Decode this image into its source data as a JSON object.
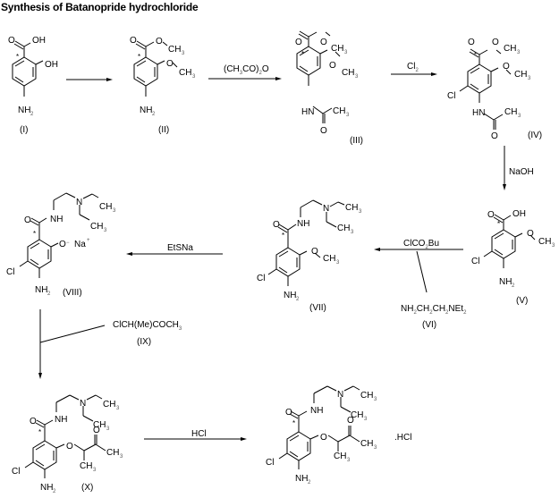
{
  "title": "Synthesis of Batanopride hydrochloride",
  "compounds": {
    "I": {
      "label": "(I)",
      "atoms": {
        "carbonyl_o": "O",
        "acid": "OH",
        "hydroxy": "OH",
        "amine": "NH",
        "amine_sub": "2",
        "star": "*"
      }
    },
    "II": {
      "label": "(II)",
      "atoms": {
        "carbonyl_o": "O",
        "ester_o": "O",
        "ester_ch": "CH",
        "ester_sub": "3",
        "ether_o": "O",
        "ether_ch": "CH",
        "ether_sub": "3",
        "amine": "NH",
        "amine_sub": "2",
        "star": "*"
      }
    },
    "III": {
      "label": "(III)",
      "atoms": {
        "carbonyl_o": "O",
        "ester_o": "O",
        "ester_ch": "CH",
        "ester_sub": "3",
        "ether_o": "O",
        "ether_ch": "CH",
        "ether_sub": "3",
        "hn": "HN",
        "acetyl_ch": "CH",
        "acetyl_sub": "3",
        "acetyl_o": "O",
        "star": "*"
      }
    },
    "IV": {
      "label": "(IV)",
      "atoms": {
        "carbonyl_o": "O",
        "ester_o": "O",
        "ester_ch": "CH",
        "ester_sub": "3",
        "ether_o": "O",
        "ether_ch": "CH",
        "ether_sub": "3",
        "cl": "Cl",
        "hn": "HN",
        "acetyl_ch": "CH",
        "acetyl_sub": "3",
        "acetyl_o": "O",
        "star": "*"
      }
    },
    "V": {
      "label": "(V)",
      "atoms": {
        "carbonyl_o": "O",
        "acid": "OH",
        "ether_o": "O",
        "ether_ch": "CH",
        "ether_sub": "3",
        "cl": "Cl",
        "amine": "NH",
        "amine_sub": "2",
        "star": "*"
      }
    },
    "VI": {
      "label": "(VI)",
      "formula_parts": [
        "NH",
        "2",
        "CH",
        "2",
        "CH",
        "2",
        "NEt",
        "2"
      ]
    },
    "VII": {
      "label": "(VII)",
      "atoms": {
        "carbonyl_o": "O",
        "nh": "NH",
        "n": "N",
        "ch_a": "CH",
        "sub_a": "3",
        "ch_b": "CH",
        "sub_b": "3",
        "ether_o": "O",
        "ether_ch": "CH",
        "ether_sub": "3",
        "cl": "Cl",
        "amine": "NH",
        "amine_sub": "2",
        "star": "*"
      }
    },
    "VIII": {
      "label": "(VIII)",
      "atoms": {
        "carbonyl_o": "O",
        "nh": "NH",
        "n": "N",
        "ch_a": "CH",
        "sub_a": "3",
        "ch_b": "CH",
        "sub_b": "3",
        "phenoxide": "O",
        "charge_neg": "−",
        "na": "Na",
        "charge_pos": "+",
        "cl": "Cl",
        "amine": "NH",
        "amine_sub": "2",
        "star": "*"
      }
    },
    "IX": {
      "label": "(IX)",
      "formula": "ClCH(Me)COCH",
      "formula_sub": "3"
    },
    "X": {
      "label": "(X)",
      "atoms": {
        "carbonyl_o": "O",
        "nh": "NH",
        "n": "N",
        "ch_a": "CH",
        "sub_a": "3",
        "ch_b": "CH",
        "sub_b": "3",
        "ether_o": "O",
        "keto_o": "O",
        "keto_ch": "CH",
        "keto_sub": "3",
        "me_ch": "CH",
        "me_sub": "3",
        "cl": "Cl",
        "amine": "NH",
        "amine_sub": "2",
        "star": "*"
      }
    },
    "final": {
      "salt": ".HCl",
      "atoms": {
        "carbonyl_o": "O",
        "nh": "NH",
        "n": "N",
        "ch_a": "CH",
        "sub_a": "3",
        "ch_b": "CH",
        "sub_b": "3",
        "ether_o": "O",
        "keto_o": "O",
        "keto_ch": "CH",
        "keto_sub": "3",
        "me_ch": "CH",
        "me_sub": "3",
        "cl": "Cl",
        "amine": "NH",
        "amine_sub": "2",
        "star": "*"
      }
    }
  },
  "reagents": {
    "r2": {
      "parts": [
        "(CH",
        "3",
        "CO)",
        "2",
        "O"
      ]
    },
    "r3": {
      "parts": [
        "Cl",
        "2"
      ]
    },
    "r4": {
      "text": "NaOH"
    },
    "r5": {
      "parts": [
        "ClCO",
        "2",
        "Bu"
      ]
    },
    "r6": {
      "text": "EtSNa"
    },
    "r8": {
      "text": "HCl"
    }
  }
}
